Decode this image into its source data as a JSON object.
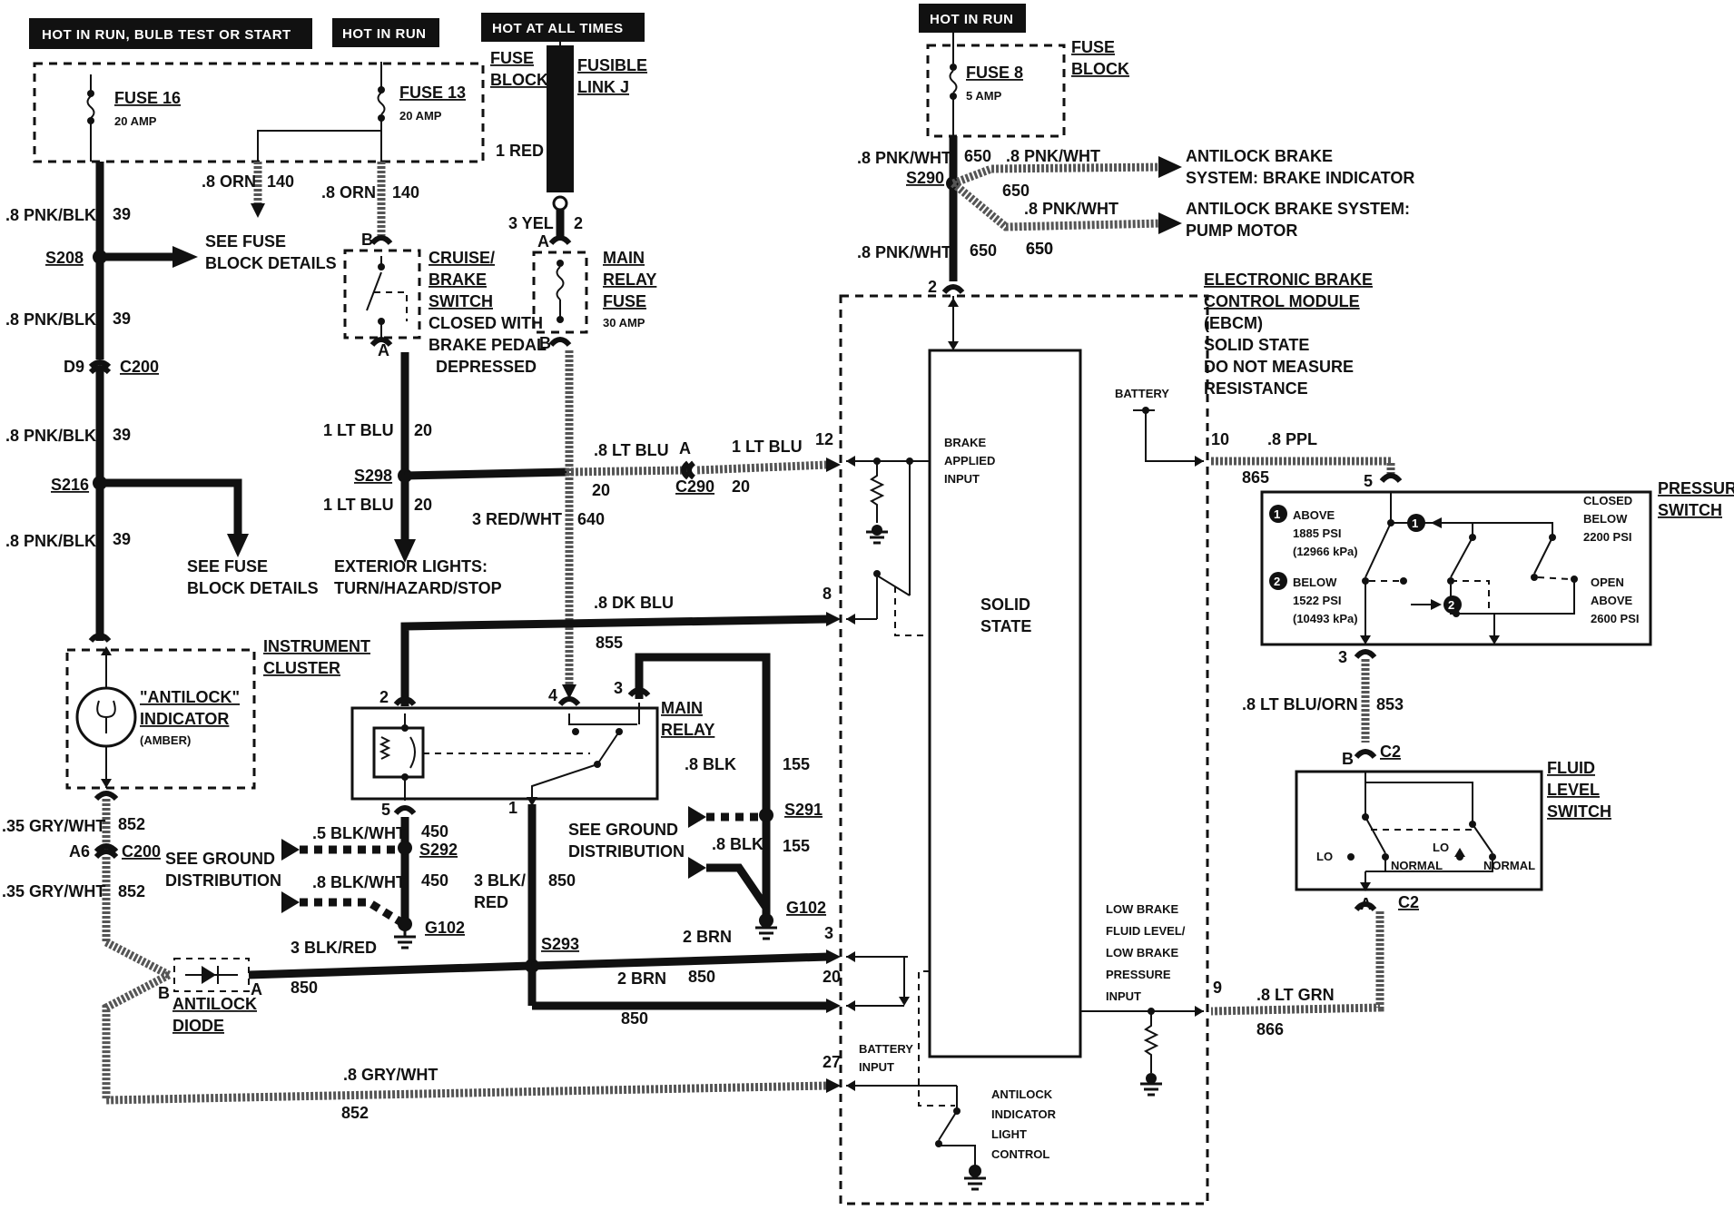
{
  "headers": {
    "hot_run_bulb_start": "HOT IN RUN, BULB TEST OR START",
    "hot_in_run_left": "HOT IN RUN",
    "hot_at_all_times": "HOT AT ALL TIMES",
    "hot_in_run_right": "HOT IN RUN"
  },
  "fuse_block_left": {
    "label_line1": "FUSE",
    "label_line2": "BLOCK",
    "fuse16": "FUSE 16",
    "fuse16_amp": "20 AMP",
    "fuse13": "FUSE 13",
    "fuse13_amp": "20 AMP"
  },
  "fusible_link": {
    "line1": "FUSIBLE",
    "line2": "LINK J",
    "wire": "1 RED"
  },
  "fuse_block_right": {
    "label_line1": "FUSE",
    "label_line2": "BLOCK",
    "fuse8": "FUSE 8",
    "fuse8_amp": "5 AMP"
  },
  "left_column": {
    "w1_gauge": ".8 PNK/BLK",
    "w1_num": "39",
    "s208": "S208",
    "see_fuse_1a": "SEE FUSE",
    "see_fuse_1b": "BLOCK DETAILS",
    "w2_gauge": ".8 PNK/BLK",
    "w2_num": "39",
    "d9": "D9",
    "c200_a": "C200",
    "w3_gauge": ".8 PNK/BLK",
    "w3_num": "39",
    "s216": "S216",
    "w4_gauge": ".8 PNK/BLK",
    "w4_num": "39",
    "see_fuse_2a": "SEE FUSE",
    "see_fuse_2b": "BLOCK DETAILS"
  },
  "instrument_cluster": {
    "label_line1": "INSTRUMENT",
    "label_line2": "CLUSTER",
    "indicator_line1": "\"ANTILOCK\"",
    "indicator_line2": "INDICATOR",
    "indicator_line3": "(AMBER)"
  },
  "lower_left": {
    "w5_gauge": ".35 GRY/WHT",
    "w5_num": "852",
    "a6": "A6",
    "c200_b": "C200",
    "w6_gauge": ".35 GRY/WHT",
    "w6_num": "852",
    "see_ground_a": "SEE GROUND",
    "see_ground_b": "DISTRIBUTION",
    "pin_b": "B",
    "pin_a": "A",
    "diode_line1": "ANTILOCK",
    "diode_line2": "DIODE",
    "w7_gauge": "3 BLK/RED",
    "w7_num": "850",
    "w8_gauge": ".8 GRY/WHT",
    "w8_num": "852"
  },
  "cruise_switch": {
    "w_orn1_gauge": ".8 ORN",
    "w_orn1_num": "140",
    "w_orn2_gauge": ".8 ORN",
    "w_orn2_num": "140",
    "pin_b": "B",
    "pin_a": "A",
    "line1": "CRUISE/",
    "line2": "BRAKE",
    "line3": "SWITCH",
    "line4": "CLOSED WITH",
    "line5": "BRAKE PEDAL",
    "line6": "DEPRESSED",
    "w_blu1_gauge": "1 LT BLU",
    "w_blu1_num": "20",
    "s298": "S298",
    "w_blu2_gauge": "1 LT BLU",
    "w_blu2_num": "20",
    "ext1": "EXTERIOR LIGHTS:",
    "ext2": "TURN/HAZARD/STOP"
  },
  "main_relay_fuse": {
    "w_yel": "3 YEL",
    "w_yel_num": "2",
    "pin_a": "A",
    "pin_b": "B",
    "line1": "MAIN",
    "line2": "RELAY",
    "line3": "FUSE",
    "line4": "30 AMP",
    "w_red": "3 RED/WHT",
    "w_red_num": "640"
  },
  "main_relay": {
    "line1": "MAIN",
    "line2": "RELAY",
    "pin2": "2",
    "pin4": "4",
    "pin3": "3",
    "pin5": "5",
    "pin1": "1",
    "w_dkblu": ".8 DK BLU",
    "w_dkblu_num": "855",
    "w_blk": ".8 BLK",
    "w_blk_num": "155",
    "s291": "S291",
    "see_ground_a": "SEE GROUND",
    "see_ground_b": "DISTRIBUTION",
    "w_blk2": ".8 BLK",
    "w_blk2_num": "155",
    "g102_b": "G102",
    "w_blkwht1": ".5 BLK/WHT",
    "w_blkwht1_num": "450",
    "s292": "S292",
    "w_blkwht2": ".8 BLK/WHT",
    "w_blkwht2_num": "450",
    "g102_a": "G102",
    "w_blkred_a": "3 BLK/",
    "w_blkred_b": "RED",
    "w_blkred_num": "850",
    "s293": "S293",
    "w_brn1": "2 BRN",
    "w_brn2": "2 BRN",
    "w_brn2_num": "850",
    "w_brn_num2": "850"
  },
  "middle_wires": {
    "w_ltblu_a": ".8 LT BLU",
    "w_ltblu_a_num": "20",
    "conn_a": "A",
    "c290": "C290",
    "w_ltblu_b": "1 LT BLU",
    "w_ltblu_b_num": "20",
    "pin12": "12",
    "pin8": "8",
    "pin3": "3",
    "pin20": "20",
    "pin27": "27"
  },
  "top_right": {
    "w_pnkwht_a": ".8 PNK/WHT",
    "w_pnkwht_a_num": "650",
    "s290": "S290",
    "w_pnkwht_b": ".8 PNK/WHT",
    "w_pnkwht_b_num": "650",
    "w_pnkwht_c": ".8 PNK/WHT",
    "w_pnkwht_c_num": "650",
    "w_pnkwht_d": ".8 PNK/WHT",
    "w_pnkwht_d_num": "650",
    "w_pnkwht_d_num2": "650",
    "abs1_line1": "ANTILOCK BRAKE",
    "abs1_line2": "SYSTEM:  BRAKE INDICATOR",
    "abs2_line1": "ANTILOCK BRAKE SYSTEM:",
    "abs2_line2": "PUMP MOTOR",
    "pin2": "2"
  },
  "ebcm": {
    "line1": "ELECTRONIC BRAKE",
    "line2": "CONTROL MODULE",
    "line3": "(EBCM)",
    "line4": "SOLID STATE",
    "line5": "DO NOT MEASURE",
    "line6": "RESISTANCE",
    "battery": "BATTERY",
    "brake_in1": "BRAKE",
    "brake_in2": "APPLIED",
    "brake_in3": "INPUT",
    "solid1": "SOLID",
    "solid2": "STATE",
    "low1": "LOW BRAKE",
    "low2": "FLUID LEVEL/",
    "low3": "LOW BRAKE",
    "low4": "PRESSURE",
    "low5": "INPUT",
    "batt_in1": "BATTERY",
    "batt_in2": "INPUT",
    "ind1": "ANTILOCK",
    "ind2": "INDICATOR",
    "ind3": "LIGHT",
    "ind4": "CONTROL",
    "pin10": "10",
    "pin9": "9"
  },
  "pressure_switch": {
    "w_ppl": ".8 PPL",
    "w_ppl_num": "865",
    "pin5": "5",
    "label1": "PRESSURE",
    "label2": "SWITCH",
    "above": "ABOVE",
    "above_psi": "1885 PSI",
    "above_kpa": "(12966 kPa)",
    "below": "BELOW",
    "below_psi": "1522 PSI",
    "below_kpa": "(10493 kPa)",
    "closed1": "CLOSED",
    "closed2": "BELOW",
    "closed3": "2200 PSI",
    "open1": "OPEN",
    "open2": "ABOVE",
    "open3": "2600 PSI",
    "m1": "1",
    "m2": "2",
    "pin3": "3",
    "w_ltbluorn": ".8 LT BLU/ORN",
    "w_ltbluorn_num": "853"
  },
  "fluid_switch": {
    "pin_b": "B",
    "c2_top": "C2",
    "label1": "FLUID",
    "label2": "LEVEL",
    "label3": "SWITCH",
    "lo1": "LO",
    "lo2": "LO",
    "normal1": "NORMAL",
    "normal2": "NORMAL",
    "pin_a": "A",
    "c2_bot": "C2",
    "w_ltgrn": ".8 LT GRN",
    "w_ltgrn_num": "866"
  }
}
